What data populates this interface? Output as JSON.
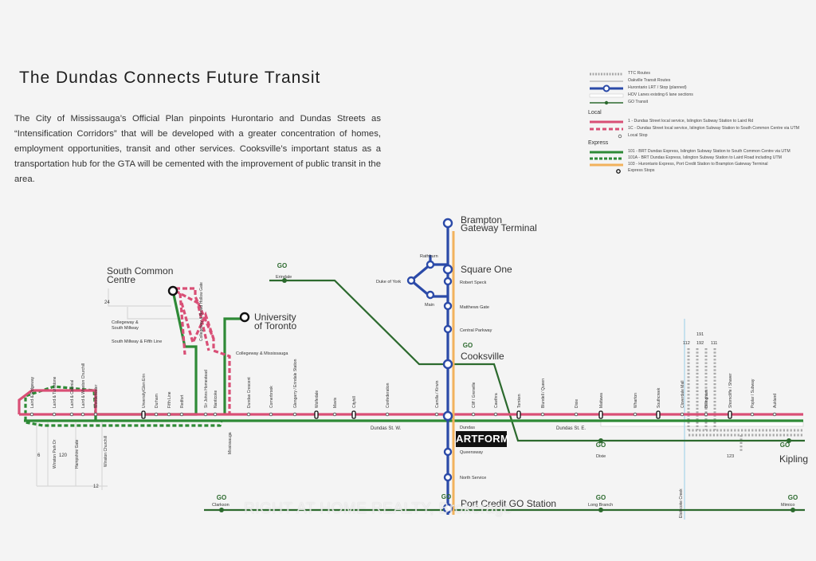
{
  "title": "The Dundas Connects Future Transit",
  "intro": "The City of Mississauga’s Official Plan pinpoints Hurontario and Dundas Streets as “Intensification Corridors” that will be developed with a greater concentration of homes, employment opportunities, transit and other services. Cooksville’s important status as a transportation hub for the GTA will be cemented with the improvement of public transit in the area.",
  "legend": {
    "general": [
      "TTC Routes",
      "Oakville Transit Routes",
      "Hurontario LRT / Stop (planned)",
      "HOV Lanes existing 6 lane sections",
      "GO Transit"
    ],
    "local_head": "Local",
    "local": [
      "1 - Dundas Street local service, Islington Subway Station to Laird Rd",
      "1C - Dundas Street local service, Islington Subway Station to South Common Centre via UTM",
      "Local Stop"
    ],
    "express_head": "Express",
    "express": [
      "101 - BRT Dundas Express, Islington Subway Station to South Common Centre via UTM",
      "101A - BRT Dundas Express, Islington Subway Station to Laird Road including UTM",
      "103 - Hurontario Express, Port Credit Station to Brampton Gateway Terminal",
      "Express Stops"
    ]
  },
  "colors": {
    "local": "#d94f76",
    "express": "#2e8a36",
    "lrt": "#2b4aa8",
    "hurontario_express": "#f2b25c",
    "go": "#2c6a2e",
    "ttc": "#a9a9a9",
    "creek": "#a8d4ea"
  },
  "places": {
    "brampton": [
      "Brampton",
      "Gateway Terminal"
    ],
    "square_one": "Square One",
    "cooksville": "Cooksville",
    "port_credit": "Port Credit GO Station",
    "south_common": [
      "South Common",
      "Centre"
    ],
    "uoft": [
      "University",
      "of Toronto"
    ],
    "kipling": "Kipling",
    "dundas_w": "Dundas St. W.",
    "dundas_e": "Dundas St. E.",
    "etobicoke_creek": "Etobicoke Creek"
  },
  "go_badge": "GO",
  "hurontario_stops": [
    "Robert Speck",
    "Matthews Gate",
    "Central Parkway",
    "Dundas",
    "Queensway",
    "North Service"
  ],
  "loop_stops": [
    "Rathburn",
    "Duke of York",
    "Main"
  ],
  "go_stations": [
    "Erindale",
    "Dixie",
    "Clarkson",
    "Long Branch",
    "Mimico"
  ],
  "dundas_stops": [
    "Laird & Ridgeway",
    "Laird & Turnstone",
    "Laird & Colonial",
    "Laird & Winston Churchill",
    "Woodchester",
    "Unversity/Glen Erin",
    "Durham",
    "Fifth Line",
    "Redfort",
    "Sir Johns Homestead",
    "Nanticoke",
    "Dundas Crescent",
    "Cornerbrook",
    "Glengarry / Erindale Station",
    "Wolfedale",
    "Mavis",
    "Cityhill",
    "Confederation",
    "Camilla / Kirwin",
    "Cliff / Grenville",
    "Cawthra",
    "Tomken",
    "Blundell / Queen",
    "Dixie",
    "Mattawa",
    "Wharton",
    "Southcreek",
    "Cloverdale Mall",
    "Billingham",
    "Shorncliffe / Shaver",
    "Poplar / Subway",
    "Aukland"
  ],
  "side_labels": {
    "collegeway_south_millway": [
      "Collegeway &",
      "South Millway"
    ],
    "south_millway_fifth": "South Millway & Fifth Line",
    "collegeway_broad": "Collegeway & Broad Hollow Gate",
    "collegeway_mississauga": "Collegeway & Mississauga",
    "mississauga": "Mississauga",
    "winston_park": "Winston Park Dr",
    "hampshire": "Hampshire Gate",
    "winston_churchill": "Winston Churchill"
  },
  "route_numbers": [
    "24",
    "6",
    "120",
    "12",
    "112",
    "191",
    "192",
    "111",
    "123"
  ],
  "watermark": "RIGHT AT HOME REALTY, Brokerage",
  "artform": "ARTFORM"
}
